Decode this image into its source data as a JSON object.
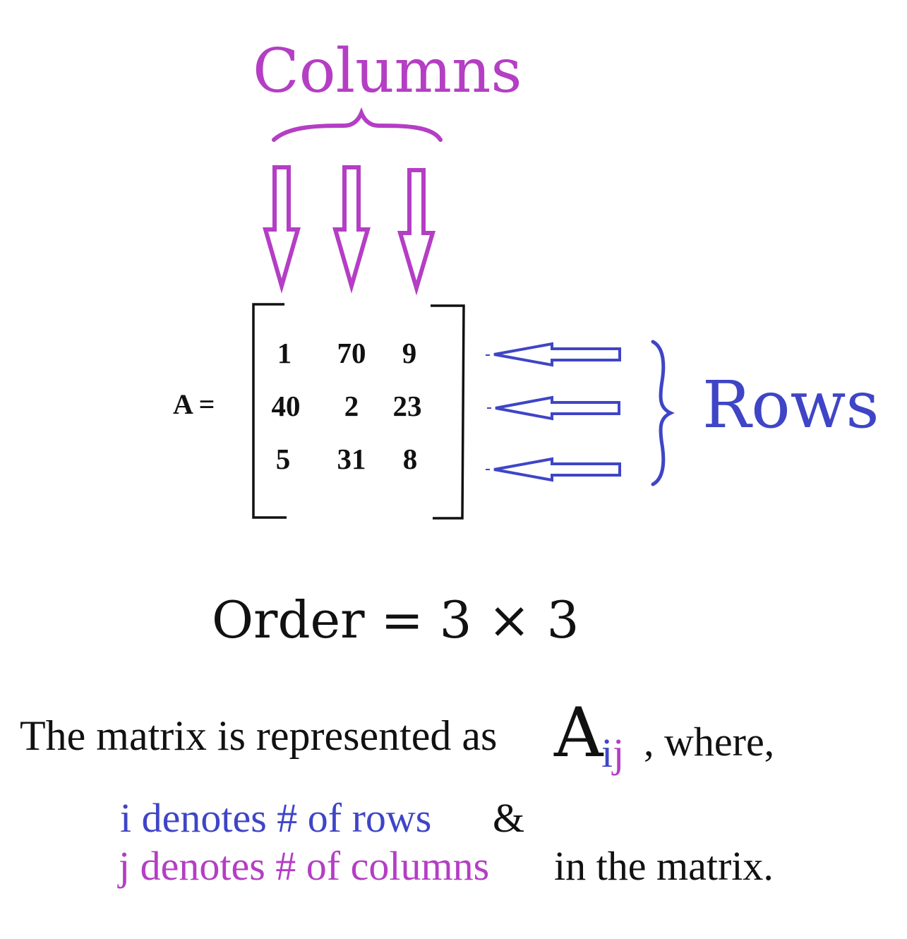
{
  "labels": {
    "columns": "Columns",
    "rows": "Rows",
    "matrix_name": "A ="
  },
  "matrix": {
    "rows": [
      [
        "1",
        "70",
        "9"
      ],
      [
        "40",
        "2",
        "23"
      ],
      [
        "5",
        "31",
        "8"
      ]
    ]
  },
  "order": "Order = 3 × 3",
  "representation": {
    "text": "The matrix is represented as",
    "symbol": "A",
    "subscript_i": "i",
    "subscript_j": "j",
    "suffix": ", where,"
  },
  "definitions": {
    "i_line": "i denotes # of rows",
    "i_connector": "&",
    "j_line": "j denotes # of columns",
    "j_suffix": "in the matrix."
  },
  "colors": {
    "columns": "#b43ec4",
    "rows": "#3f45c6",
    "text": "#111111"
  }
}
